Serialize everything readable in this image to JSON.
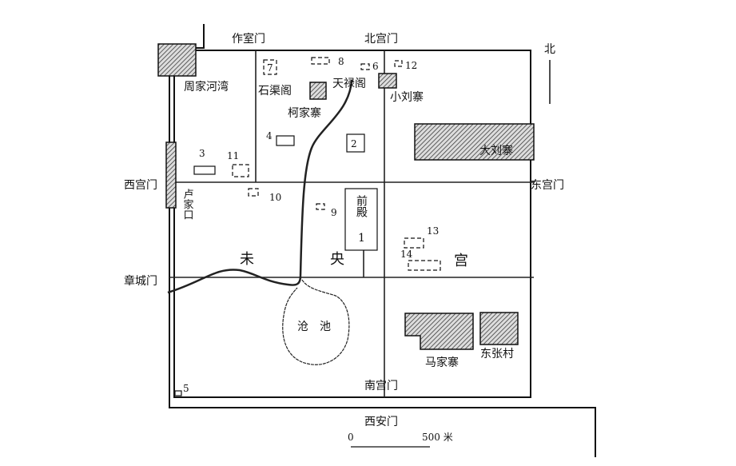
{
  "map": {
    "gates": {
      "north_work": "作室门",
      "north_palace": "北宫门",
      "west_palace": "西宫门",
      "east_palace": "东宫门",
      "zhangcheng": "章城门",
      "south_palace": "南宫门",
      "xian": "西安门"
    },
    "north_arrow": "北",
    "palace_name": [
      "未",
      "央",
      "宫"
    ],
    "villages": {
      "zhoujiahewan": "周家河湾",
      "kejiazhai": "柯家寨",
      "xiaoliuzhai": "小刘寨",
      "daliuzhai": "大刘寨",
      "lujiakou": "卢家口",
      "majiazhai": "马家寨",
      "dongzhangcun": "东张村"
    },
    "buildings": {
      "shiquge": "石渠阁",
      "tianluge": "天禄阁",
      "qiandian": "前殿",
      "qiandian_num": "1"
    },
    "pond": [
      "沧",
      "池"
    ],
    "site_numbers": [
      "2",
      "3",
      "4",
      "5",
      "6",
      "7",
      "8",
      "9",
      "10",
      "11",
      "12",
      "13",
      "14"
    ],
    "scale": {
      "start": "0",
      "end": "500 米"
    }
  }
}
